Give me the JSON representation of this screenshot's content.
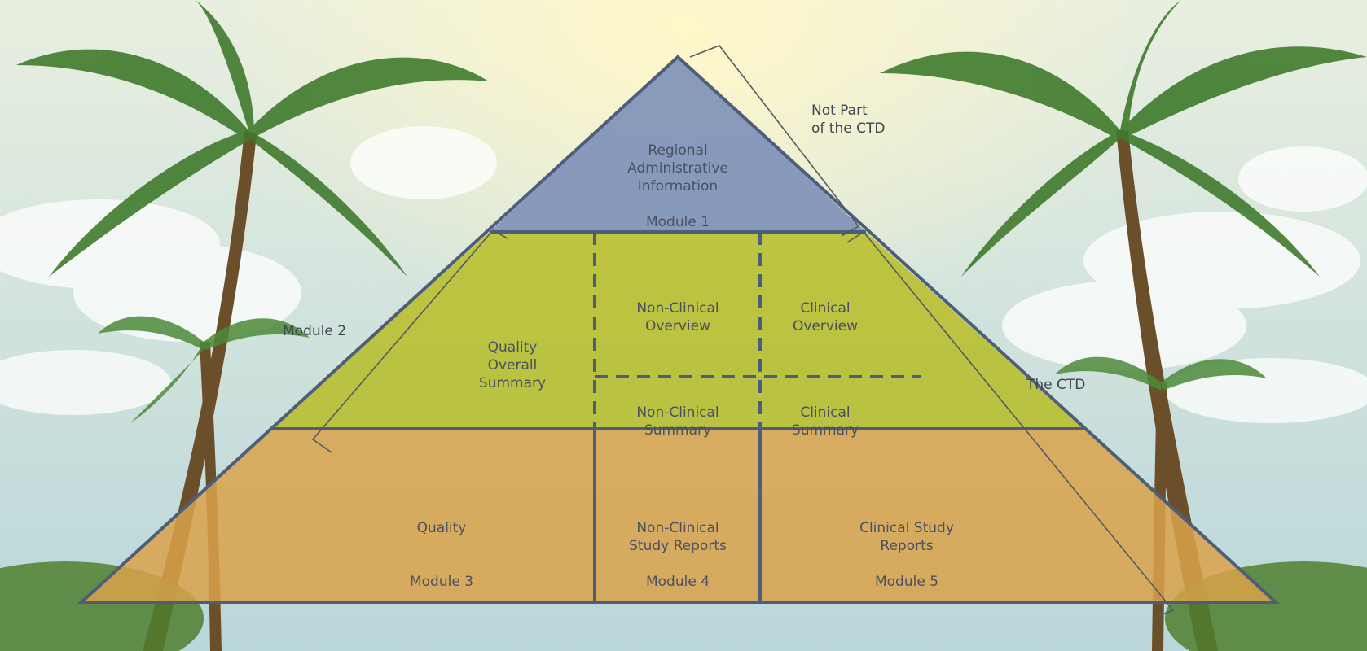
{
  "colors": {
    "sky_top": "#e9efe0",
    "sky_bottom": "#b9d6da",
    "sun": "#fff7c8",
    "tier_top": "#7f93b8",
    "tier_middle": "#b8c033",
    "tier_bottom": "#d9a24a",
    "outline": "#4e5d7a",
    "palm_frond": "#3f7a2c",
    "palm_trunk": "#6b4f2a"
  },
  "labels": {
    "not_part_of_ctd": [
      "Not Part",
      "of the CTD"
    ],
    "module_2": "Module 2",
    "the_ctd": "The CTD"
  },
  "tiers": {
    "top": {
      "title_lines": [
        "Regional",
        "Administrative",
        "Information"
      ],
      "module": "Module 1"
    },
    "middle": {
      "quality_summary": [
        "Quality",
        "Overall",
        "Summary"
      ],
      "nonclinical_overview": [
        "Non-Clinical",
        "Overview"
      ],
      "clinical_overview": [
        "Clinical",
        "Overview"
      ],
      "nonclinical_summary": [
        "Non-Clinical",
        "Summary"
      ],
      "clinical_summary": [
        "Clinical",
        "Summary"
      ]
    },
    "bottom": {
      "quality": {
        "title": "Quality",
        "module": "Module 3"
      },
      "nonclinical_reports": {
        "title_lines": [
          "Non-Clinical",
          "Study Reports"
        ],
        "module": "Module 4"
      },
      "clinical_reports": {
        "title_lines": [
          "Clinical Study",
          "Reports"
        ],
        "module": "Module 5"
      }
    }
  }
}
